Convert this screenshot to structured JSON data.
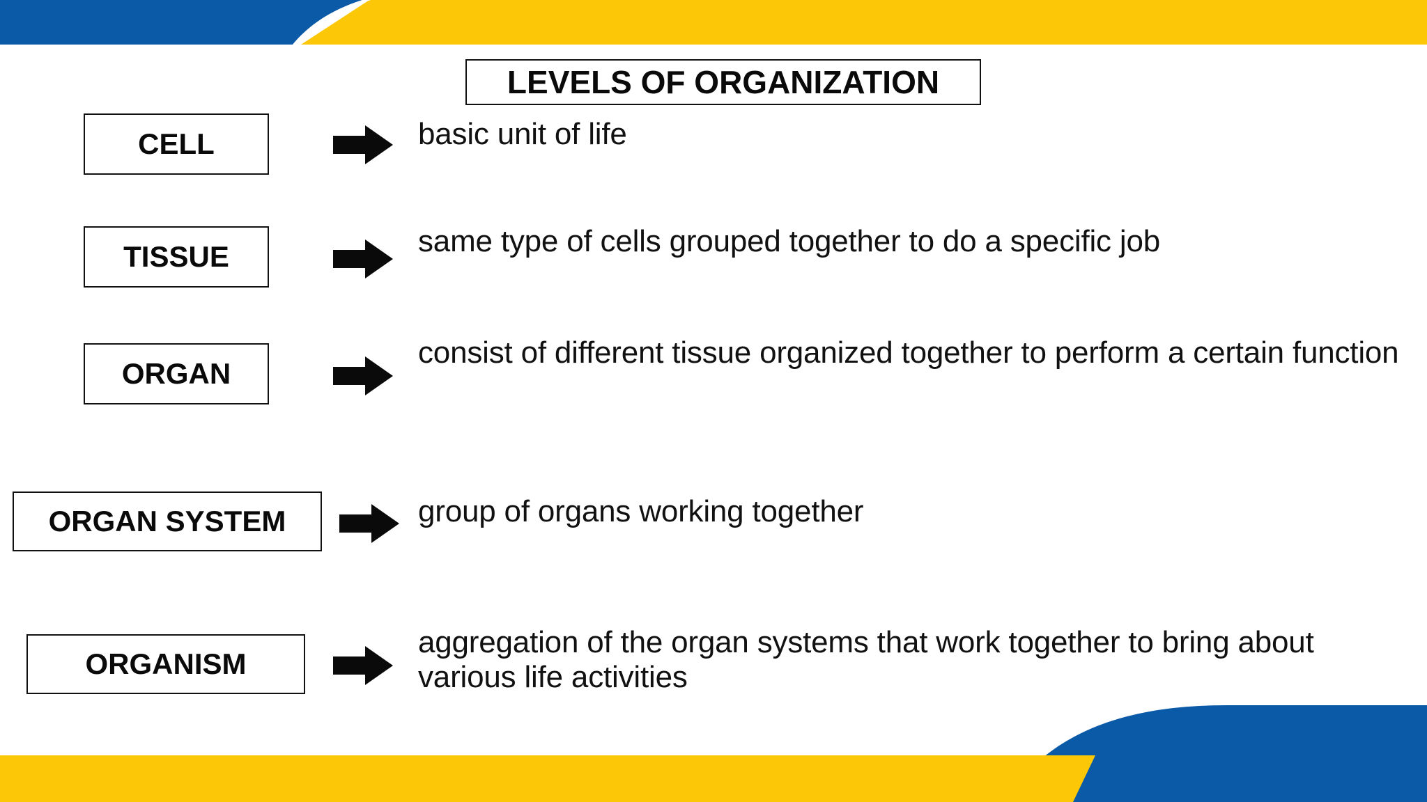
{
  "slide": {
    "title": "LEVELS OF ORGANIZATION",
    "colors": {
      "blue": "#0B5AA8",
      "yellow": "#FCC706",
      "text": "#111111",
      "background": "#FFFFFF"
    },
    "rows": [
      {
        "term": "CELL",
        "arrow": "right-arrow-icon",
        "description": "basic unit of life"
      },
      {
        "term": "TISSUE",
        "arrow": "right-arrow-icon",
        "description": "same type of cells grouped together to do a specific job"
      },
      {
        "term": "ORGAN",
        "arrow": "right-arrow-icon",
        "description": "consist of different tissue organized together to perform a certain function"
      },
      {
        "term": "ORGAN SYSTEM",
        "arrow": "right-arrow-icon",
        "description": "group of organs working together"
      },
      {
        "term": "ORGANISM",
        "arrow": "right-arrow-icon",
        "description": "aggregation of the organ systems that work together to bring about various life activities"
      }
    ],
    "decoration": {
      "top_banner_left": "blue-band",
      "top_banner_right": "yellow-band",
      "bottom_banner_left": "yellow-band",
      "bottom_banner_right": "blue-rounded-band"
    }
  }
}
